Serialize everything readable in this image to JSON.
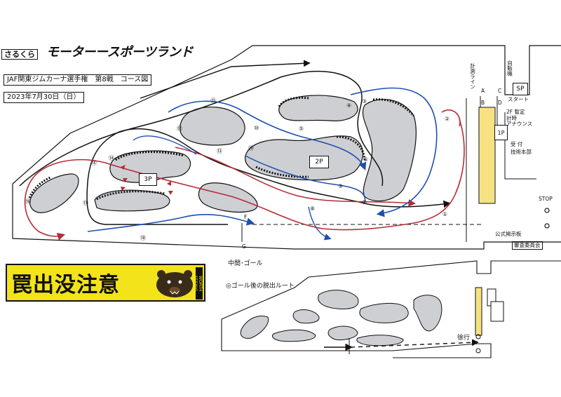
{
  "brand": {
    "prefix": "さるくら",
    "name": "モーターースポーツランド"
  },
  "event": {
    "title": "JAF関東ジムカーナ選手権　第8戦　コース図",
    "date": "2023年7月30日（日）"
  },
  "parking": {
    "p1": "1P",
    "p2": "2P",
    "p3": "3P",
    "sp": "SP"
  },
  "labels": {
    "timing_line": "計測ライン",
    "vending": "自販機",
    "start": "スタート",
    "announce": "2F 暫定\n計時\nアナウンス",
    "reception": "受 付\n技術本部",
    "stop": "STOP",
    "notice_board": "公式掲示板",
    "committee": "審査委員会",
    "mid_goal": "中間･ゴール",
    "exit_route": "◎ゴール後の脱出ルート",
    "slow": "徐行"
  },
  "line_letters": [
    "A",
    "B",
    "C",
    "D",
    "F",
    "G"
  ],
  "course_numbers": [
    "①",
    "②",
    "③",
    "④",
    "⑤",
    "⑥",
    "⑦",
    "⑧",
    "⑨",
    "⑩",
    "⑪",
    "⑫",
    "⑬",
    "⑭",
    "⑮",
    "⑯",
    "⑰",
    "⑱",
    "⑲"
  ],
  "bear_sign": {
    "text": "罠出没注意",
    "side_text": "WORTH SEEING"
  },
  "colors": {
    "red": "#b82a36",
    "blue": "#1e4fb0",
    "island": "#cdcfd3",
    "yellow": "#f6e283",
    "sign_yellow": "#f3e31a"
  }
}
